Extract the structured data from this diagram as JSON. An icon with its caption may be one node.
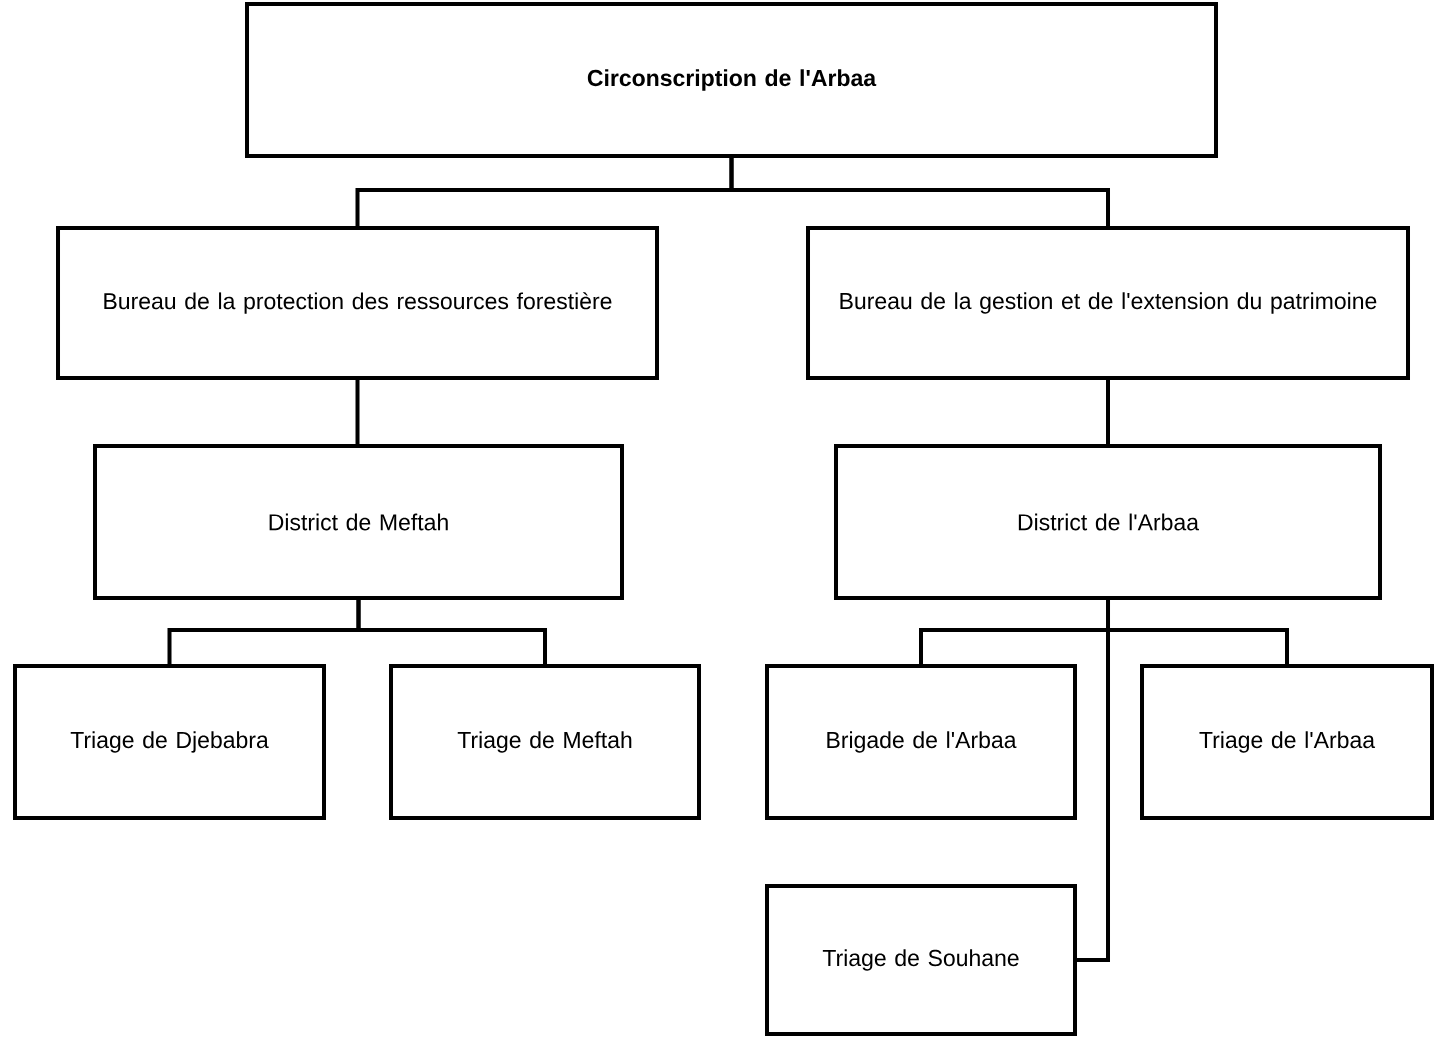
{
  "diagram": {
    "nodes": [
      {
        "text": [
          "Circonscription de l'Arbaa"
        ]
      },
      {
        "text": [
          "Bureau de la protection des ressources forestière"
        ]
      },
      {
        "text": [
          "Bureau de la gestion et de l'extension du patrimoine"
        ]
      },
      {
        "text": [
          "District de Meftah"
        ]
      },
      {
        "text": [
          "District de l'Arbaa"
        ]
      },
      {
        "text": [
          "Triage de Djebabra"
        ]
      },
      {
        "text": [
          "Triage de Meftah"
        ]
      },
      {
        "text": [
          "Brigade de l'Arbaa"
        ]
      },
      {
        "text": [
          "Triage de l'Arbaa"
        ]
      },
      {
        "text": [
          "Triage de Souhane"
        ]
      }
    ],
    "edges": [
      {
        "from": 0,
        "to": 1,
        "arrow": "none"
      },
      {
        "from": 0,
        "to": 2,
        "arrow": "none"
      },
      {
        "from": 1,
        "to": 3,
        "arrow": "none"
      },
      {
        "from": 2,
        "to": 4,
        "arrow": "none"
      },
      {
        "from": 3,
        "to": 5,
        "arrow": "none"
      },
      {
        "from": 3,
        "to": 6,
        "arrow": "none"
      },
      {
        "from": 4,
        "to": 7,
        "arrow": "none"
      },
      {
        "from": 4,
        "to": 8,
        "arrow": "none"
      },
      {
        "from": 4,
        "to": 9,
        "arrow": "none"
      }
    ]
  }
}
